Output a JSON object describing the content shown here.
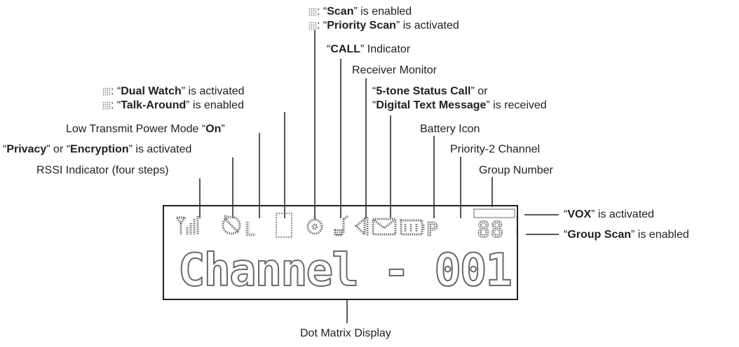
{
  "labels": {
    "scan_quote_open": "“",
    "scan_word": "Scan",
    "scan_rest": "” is enabled",
    "pscan_quote_open": "“",
    "pscan_word": "Priority Scan",
    "pscan_rest": "” is activated",
    "call_quote_open": "“",
    "call_word": "CALL",
    "call_rest": "” Indicator",
    "receiver_monitor": "Receiver Monitor",
    "status_q1": "“",
    "status_word": "5-tone Status Call",
    "status_rest": "” or",
    "digital_q1": "“",
    "digital_word": "Digital Text Message",
    "digital_rest": "” is received",
    "dual_q1": "“",
    "dual_word": "Dual Watch",
    "dual_rest": "” is activated",
    "talk_q1": "“",
    "talk_word": "Talk-Around",
    "talk_rest": "” is enabled",
    "battery_icon": "Battery Icon",
    "low_power_prefix": "Low Transmit Power Mode “",
    "low_power_word": "On",
    "low_power_suffix": "”",
    "privacy_q1": "“",
    "privacy_word": "Privacy",
    "privacy_mid": "” or “",
    "encryption_word": "Encryption",
    "encryption_rest": "” is activated",
    "priority2_channel": "Priority-2 Channel",
    "rssi_indicator": "RSSI Indicator (four steps)",
    "group_number": "Group Number",
    "vox_q1": "“",
    "vox_word": "VOX",
    "vox_rest": "” is activated",
    "gscan_q1": "“",
    "gscan_word": "Group Scan",
    "gscan_rest": "” is enabled",
    "dot_matrix_display": "Dot Matrix Display",
    "colon": ": "
  },
  "display": {
    "main_text": "Channel - 001",
    "icon_row_low": "L",
    "icon_row_p": "P",
    "icon_row_group": "88"
  },
  "colors": {
    "ink": "#231f20",
    "dot": "#6a6a6a"
  }
}
